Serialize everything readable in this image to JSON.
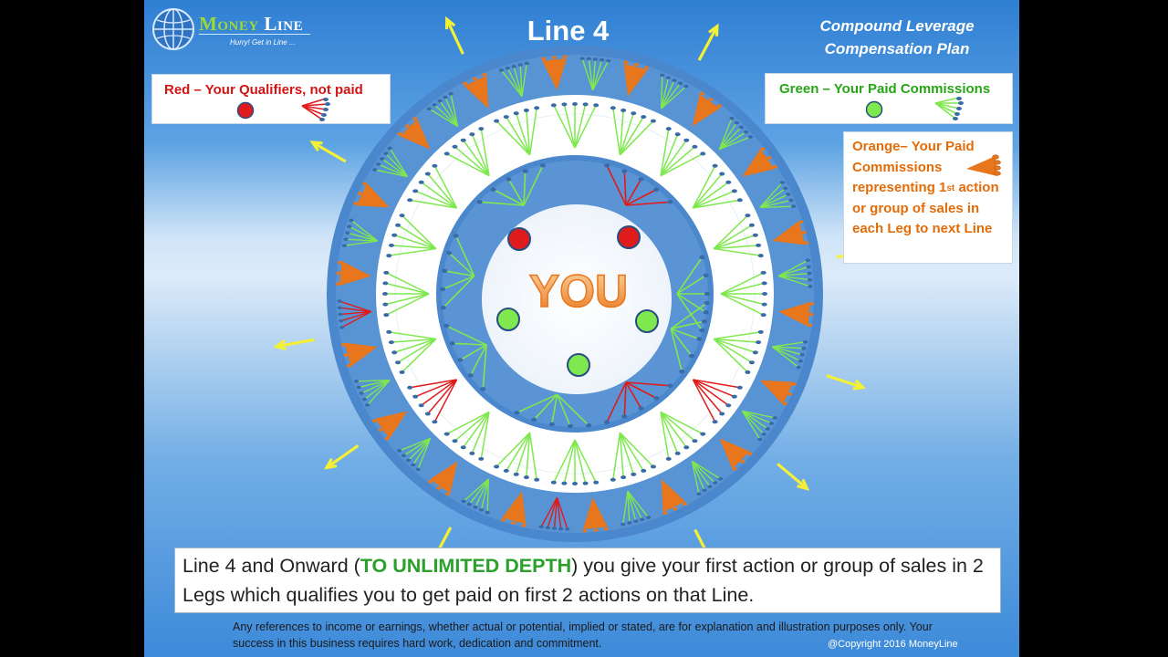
{
  "logo": {
    "word1": "Money",
    "word2": "Line",
    "tagline": "Hurry! Get in Line ..."
  },
  "slide_title": "Line 4",
  "plan_title": "Compound Leverage Compensation Plan",
  "legend": {
    "red": "Red – Your Qualifiers, not paid",
    "green": "Green – Your Paid Commissions",
    "orange_before_sup": "Orange– Your Paid Commissions representing 1",
    "orange_sup": "st",
    "orange_after_sup": " action or group of sales in each Leg to next Line"
  },
  "center_label": "YOU",
  "info": {
    "before": "Line 4 and Onward (",
    "highlight": "TO UNLIMITED DEPTH",
    "after": ") you give your first action or group of sales in 2 Legs which qualifies you to get paid on first 2 actions on that Line."
  },
  "disclaimer": "Any references to income or earnings, whether actual or potential, implied or stated, are for explanation and illustration purposes only.  Your success in this business requires hard work, dedication and commitment.",
  "copyright": "@Copyright  2016  MoneyLine",
  "colors": {
    "red": "#e01b1b",
    "green": "#7ee84e",
    "orange": "#e8761c",
    "yellow_arrow": "#f4f035",
    "ring_blue": "#4a87cc"
  },
  "icons": [
    "globe-icon",
    "red-dot-icon",
    "red-fan-icon",
    "green-dot-icon",
    "green-fan-icon",
    "orange-fan-icon",
    "outward-arrow-icon"
  ]
}
